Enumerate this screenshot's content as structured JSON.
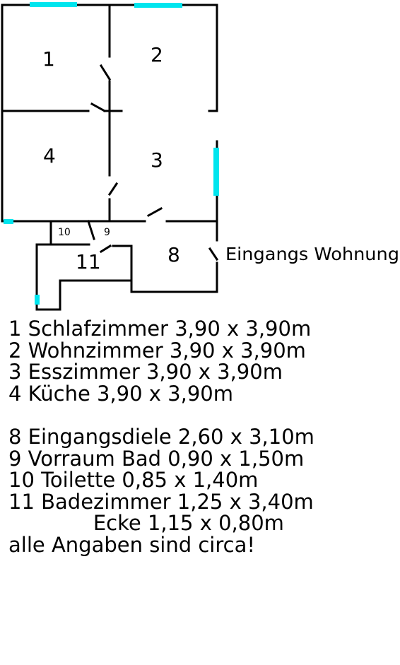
{
  "plan": {
    "rooms": [
      {
        "num": "1"
      },
      {
        "num": "2"
      },
      {
        "num": "3"
      },
      {
        "num": "4"
      },
      {
        "num": "8"
      },
      {
        "num": "9"
      },
      {
        "num": "10"
      },
      {
        "num": "11"
      }
    ],
    "entrance_label": "Eingangs Wohnung",
    "colors": {
      "wall": "#000000",
      "window": "#00e5ee"
    }
  },
  "legend": {
    "lines": [
      "1 Schlafzimmer 3,90 x 3,90m",
      "2 Wohnzimmer 3,90 x 3,90m",
      "3 Esszimmer 3,90 x 3,90m",
      "4 Küche 3,90 x 3,90m",
      "",
      "8 Eingangsdiele 2,60 x 3,10m",
      "9 Vorraum Bad 0,90 x 1,50m",
      "10 Toilette 0,85 x 1,40m",
      "11 Badezimmer 1,25 x 3,40m",
      "             Ecke 1,15 x 0,80m",
      "alle Angaben sind circa!"
    ]
  }
}
